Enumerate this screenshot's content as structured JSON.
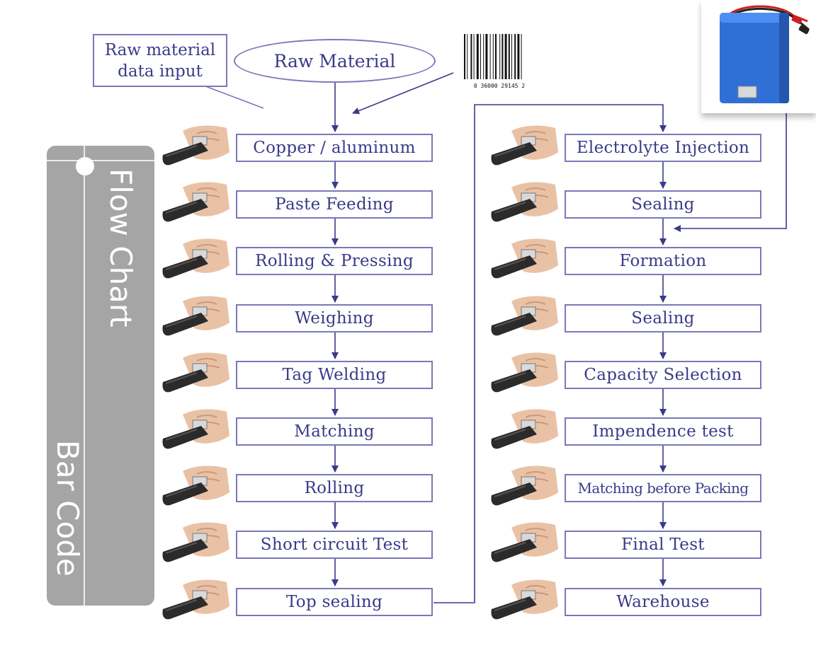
{
  "callout": {
    "line1": "Raw material",
    "line2": "data input"
  },
  "start": {
    "label": "Raw Material"
  },
  "barcode": {
    "digits": "0 36000 29145 2"
  },
  "side_tag": {
    "top_text": "Flow Chart",
    "bottom_text": "Bar Code"
  },
  "left_steps": [
    {
      "label": "Copper / aluminum"
    },
    {
      "label": "Paste Feeding"
    },
    {
      "label": "Rolling & Pressing"
    },
    {
      "label": "Weighing"
    },
    {
      "label": "Tag Welding"
    },
    {
      "label": "Matching"
    },
    {
      "label": "Rolling"
    },
    {
      "label": "Short circuit Test"
    },
    {
      "label": "Top sealing"
    }
  ],
  "right_steps": [
    {
      "label": "Electrolyte Injection"
    },
    {
      "label": "Sealing"
    },
    {
      "label": "Formation"
    },
    {
      "label": "Sealing"
    },
    {
      "label": "Capacity Selection"
    },
    {
      "label": "Impendence test"
    },
    {
      "label": "Matching before Packing"
    },
    {
      "label": "Final Test"
    },
    {
      "label": "Warehouse"
    }
  ],
  "colors": {
    "stroke": "#7a78b8",
    "arrow": "#3a3a8a",
    "text": "#3a3a8a",
    "tag": "#a5a5a5",
    "battery": "#2f6fd6"
  },
  "icons": {
    "scanner": "handheld-barcode-scanner-icon",
    "battery": "battery-pack-icon",
    "barcode": "barcode-icon"
  }
}
